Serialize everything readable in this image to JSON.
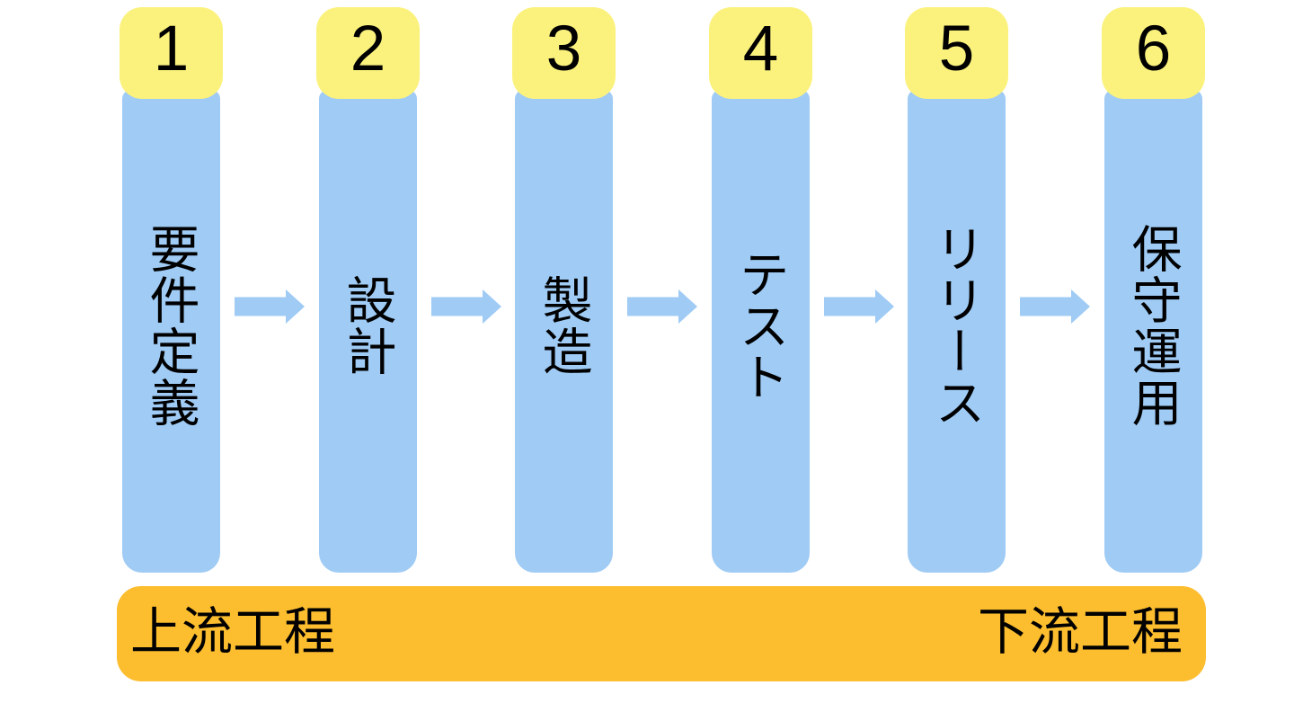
{
  "diagram": {
    "columns": [
      {
        "number": "1",
        "label": "要件定義"
      },
      {
        "number": "2",
        "label": "設計"
      },
      {
        "number": "3",
        "label": "製造"
      },
      {
        "number": "4",
        "label": "テスト"
      },
      {
        "number": "5",
        "label": "リリース"
      },
      {
        "number": "6",
        "label": "保守運用"
      }
    ],
    "footer": {
      "left_label": "上流工程",
      "right_label": "下流工程"
    },
    "colors": {
      "column_blue": "#9FCBF5",
      "tab_yellow": "#FBF27D",
      "footer_orange": "#FCBD2F",
      "arrow_blue": "#9FCBF5",
      "text": "#000000"
    }
  }
}
